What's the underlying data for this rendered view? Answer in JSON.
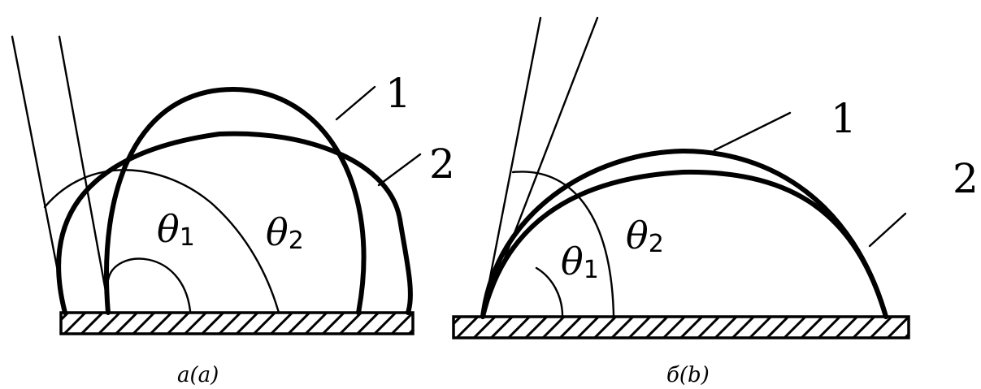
{
  "panel_a": {
    "label_1": "1",
    "label_2": "2",
    "theta_symbol": "θ",
    "theta1_sub": "1",
    "theta2_sub": "2",
    "caption": "а(a)"
  },
  "panel_b": {
    "label_1": "1",
    "label_2": "2",
    "theta_symbol": "θ",
    "theta1_sub": "1",
    "theta2_sub": "2",
    "caption": "б(b)"
  }
}
